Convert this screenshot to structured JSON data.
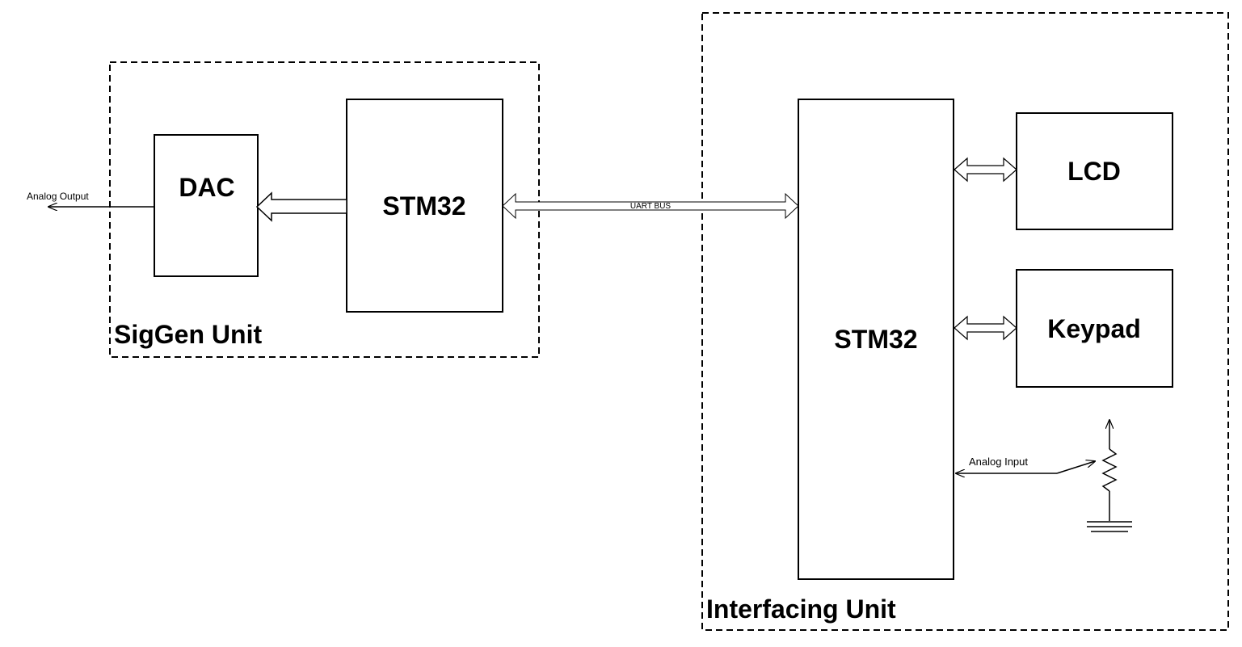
{
  "units": {
    "siggen": {
      "label": "SigGen Unit"
    },
    "interfacing": {
      "label": "Interfacing Unit"
    }
  },
  "blocks": {
    "dac": "DAC",
    "stm32_siggen": "STM32",
    "stm32_interfacing": "STM32",
    "lcd": "LCD",
    "keypad": "Keypad"
  },
  "signals": {
    "analog_output": "Analog Output",
    "uart_bus": "UART BUS",
    "analog_input": "Analog Input"
  }
}
